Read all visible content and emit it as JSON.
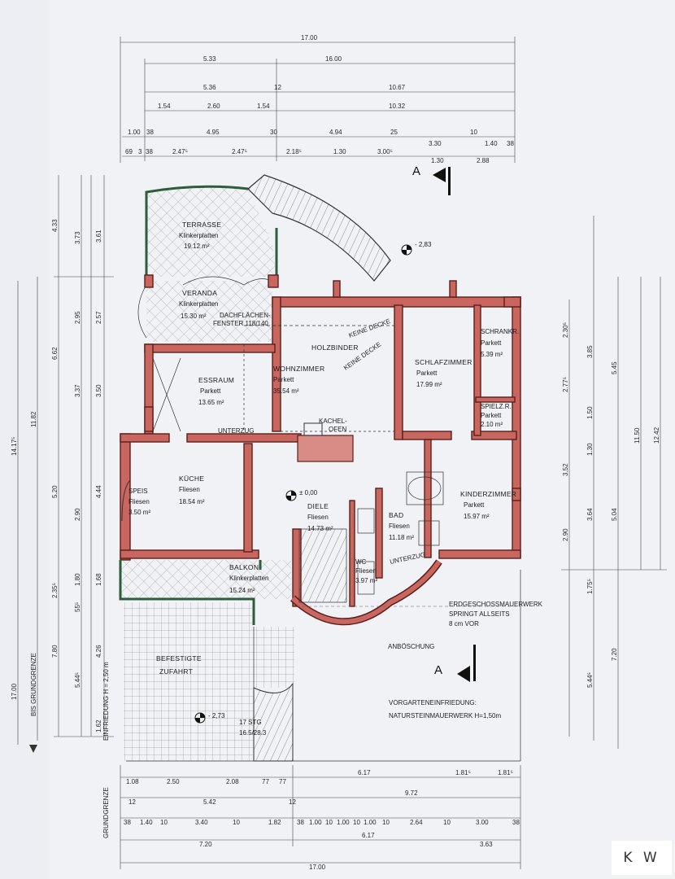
{
  "rooms": {
    "terrasse": {
      "name": "TERRASSE",
      "floor": "Klinkerplatten",
      "area": "19.12 m²"
    },
    "veranda": {
      "name": "VERANDA",
      "floor": "Klinkerplatten",
      "area": "15.30 m²"
    },
    "dachflaechenfenster": "DACHFLÄCHEN-",
    "dachflaechenfenster2": "FENSTER 118/140",
    "holzbinder": "HOLZBINDER",
    "keine_decke": "KEINE DECKE",
    "essraum": {
      "name": "ESSRAUM",
      "floor": "Parkett",
      "area": "13.65 m²"
    },
    "wohnzimmer": {
      "name": "WOHNZIMMER",
      "floor": "Parkett",
      "area": "35.54 m²"
    },
    "schlafzimmer": {
      "name": "SCHLAFZIMMER",
      "floor": "Parkett",
      "area": "17.99 m²"
    },
    "schrankr": {
      "name": "SCHRANKR.",
      "floor": "Parkett",
      "area": "5.39 m²"
    },
    "spielz": {
      "name": "SPIELZ.R.",
      "floor": "Parkett",
      "area": "2.10 m²"
    },
    "kueche": {
      "name": "KÜCHE",
      "floor": "Fliesen",
      "area": "18.54 m²"
    },
    "speis": {
      "name": "SPEIS",
      "floor": "Fliesen",
      "area": "3.50 m²"
    },
    "diele": {
      "name": "DIELE",
      "floor": "Fliesen",
      "area": "14.73 m²"
    },
    "bad": {
      "name": "BAD",
      "floor": "Fliesen",
      "area": "11.18 m²"
    },
    "wc": {
      "name": "WC",
      "floor": "Fliesen",
      "area": "3.97 m²"
    },
    "kinderzimmer": {
      "name": "KINDERZIMMER",
      "floor": "Parkett",
      "area": "15.97 m²"
    },
    "balkon": {
      "name": "BALKON",
      "floor": "Klinkerplatten",
      "area": "15.24 m²"
    },
    "zufahrt": {
      "name": "BEFESTIGTE",
      "name2": "ZUFAHRT"
    },
    "kachelofen": "KACHEL-",
    "kachelofen2": "OFEN",
    "unterzug": "UNTERZUG",
    "anboeschung": "ANBÖSCHUNG"
  },
  "levels": {
    "top": "- 2,83",
    "entry": "± 0,00",
    "bottom": "- 2,73"
  },
  "section_mark": "A",
  "stairs": "17 STG",
  "stairs2": "16.5/28.3",
  "notes": {
    "mauerwerk1": "ERDGESCHOSSMAUERWERK",
    "mauerwerk2": "SPRINGT ALLSEITS",
    "mauerwerk3": "8 cm  VOR",
    "vorgarten1": "VORGARTENEINFRIEDUNG:",
    "vorgarten2": "NATURSTEINMAUERWERK H=1,50m",
    "grundgrenze": "BIS GRUNDGRENZE",
    "einfriedung": "EINFRIEDUNG H = 2,50 m",
    "grundgrenze2": "GRUNDGRENZE"
  },
  "dims_top": {
    "r1": [
      "17.00"
    ],
    "r2": [
      "5.33",
      "16.00"
    ],
    "r3": [
      "5.36",
      "12",
      "10.67"
    ],
    "r4": [
      "1.54",
      "2.60",
      "1.54",
      "10.32"
    ],
    "r5": [
      "1.00",
      "38",
      "4.95",
      "30",
      "4.94",
      "25",
      "3.30",
      "10",
      "1.40",
      "38"
    ],
    "r6": [
      "69",
      "3",
      "38",
      "2.47⁵",
      "2.47⁵",
      "2.18⁵",
      "1.30",
      "3.00⁵",
      "1.30",
      "2.88"
    ]
  },
  "dims_bottom": {
    "r1": [
      "1.08",
      "2.50",
      "2.08",
      "77",
      "77",
      "6.17",
      "1.81⁵",
      "1.81⁵"
    ],
    "r2": [
      "12",
      "5.42",
      "12",
      "9.72"
    ],
    "r3": [
      "38",
      "1.40",
      "10",
      "3.40",
      "10",
      "1.82",
      "38",
      "1.00",
      "10",
      "1.00",
      "10",
      "1.00",
      "10",
      "2.64",
      "10",
      "3.00",
      "38"
    ],
    "r4": [
      "7.20",
      "6.17",
      "3.63"
    ],
    "r5": [
      "17.00"
    ]
  },
  "dims_left": [
    "6.62",
    "11.82",
    "14.17⁵",
    "17.00",
    "4.33",
    "3.73",
    "3.61",
    "2.95",
    "2.57",
    "3.37",
    "3.50",
    "5.20",
    "4.44",
    "2.90",
    "1.80",
    "1.68",
    "2.35⁵",
    "55⁵",
    "7.80",
    "5.44⁵",
    "4.26",
    "1.62"
  ],
  "dims_right": [
    "2.30⁵",
    "2.77⁵",
    "3.85",
    "5.45",
    "1.50",
    "1.30",
    "3.52",
    "3.64",
    "5.04",
    "11.50",
    "12.42",
    "2.90",
    "1.75⁵",
    "7.20",
    "5.44⁵"
  ],
  "logo_text": "K W"
}
